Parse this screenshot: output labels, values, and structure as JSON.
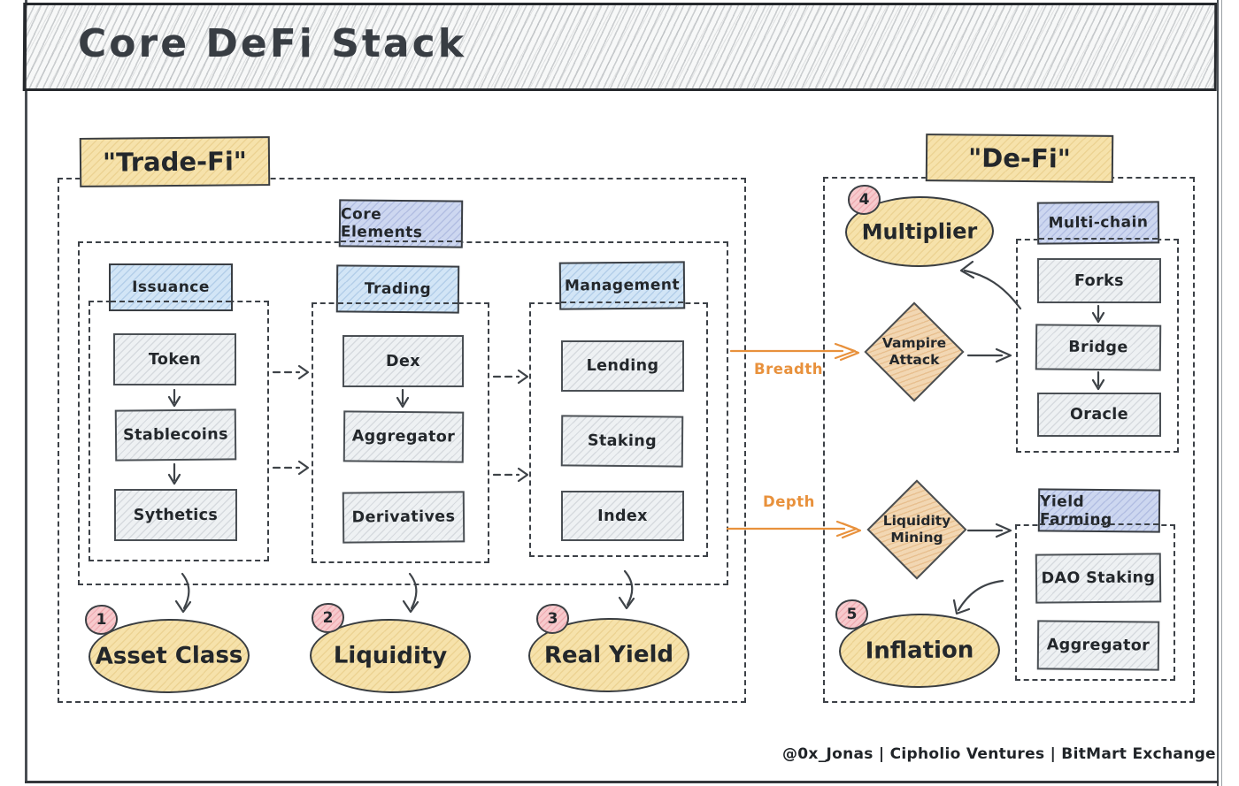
{
  "title": "Core DeFi Stack",
  "colors": {
    "accent_orange": "#e8913c",
    "label_yellow": "#f6e2ab",
    "header_blue": "#d2e5f6",
    "header_lavender": "#cdd7f0",
    "item_gray": "#eef1f3",
    "diamond_tan": "#f2d7b3",
    "badge_pink": "#f7cacd",
    "ink": "#3c4147"
  },
  "tradefi": {
    "label": "\"Trade-Fi\"",
    "core_elements_label": "Core Elements",
    "columns": [
      {
        "header": "Issuance",
        "items": [
          "Token",
          "Stablecoins",
          "Sythetics"
        ]
      },
      {
        "header": "Trading",
        "items": [
          "Dex",
          "Aggregator",
          "Derivatives"
        ]
      },
      {
        "header": "Management",
        "items": [
          "Lending",
          "Staking",
          "Index"
        ]
      }
    ],
    "outcomes": [
      {
        "number": "1",
        "label": "Asset Class"
      },
      {
        "number": "2",
        "label": "Liquidity"
      },
      {
        "number": "3",
        "label": "Real Yield"
      }
    ]
  },
  "defi": {
    "label": "\"De-Fi\"",
    "multiplier": {
      "number": "4",
      "label": "Multiplier"
    },
    "inflation": {
      "number": "5",
      "label": "Inflation"
    },
    "diamonds": [
      {
        "label": "Vampire Attack"
      },
      {
        "label": "Liquidity Mining"
      }
    ],
    "columns": [
      {
        "header": "Multi-chain",
        "items": [
          "Forks",
          "Bridge",
          "Oracle"
        ]
      },
      {
        "header": "Yield Farming",
        "items": [
          "DAO Staking",
          "Aggregator"
        ]
      }
    ]
  },
  "flows": [
    {
      "label": "Breadth"
    },
    {
      "label": "Depth"
    }
  ],
  "footer": "@0x_Jonas | Cipholio Ventures | BitMart Exchange"
}
